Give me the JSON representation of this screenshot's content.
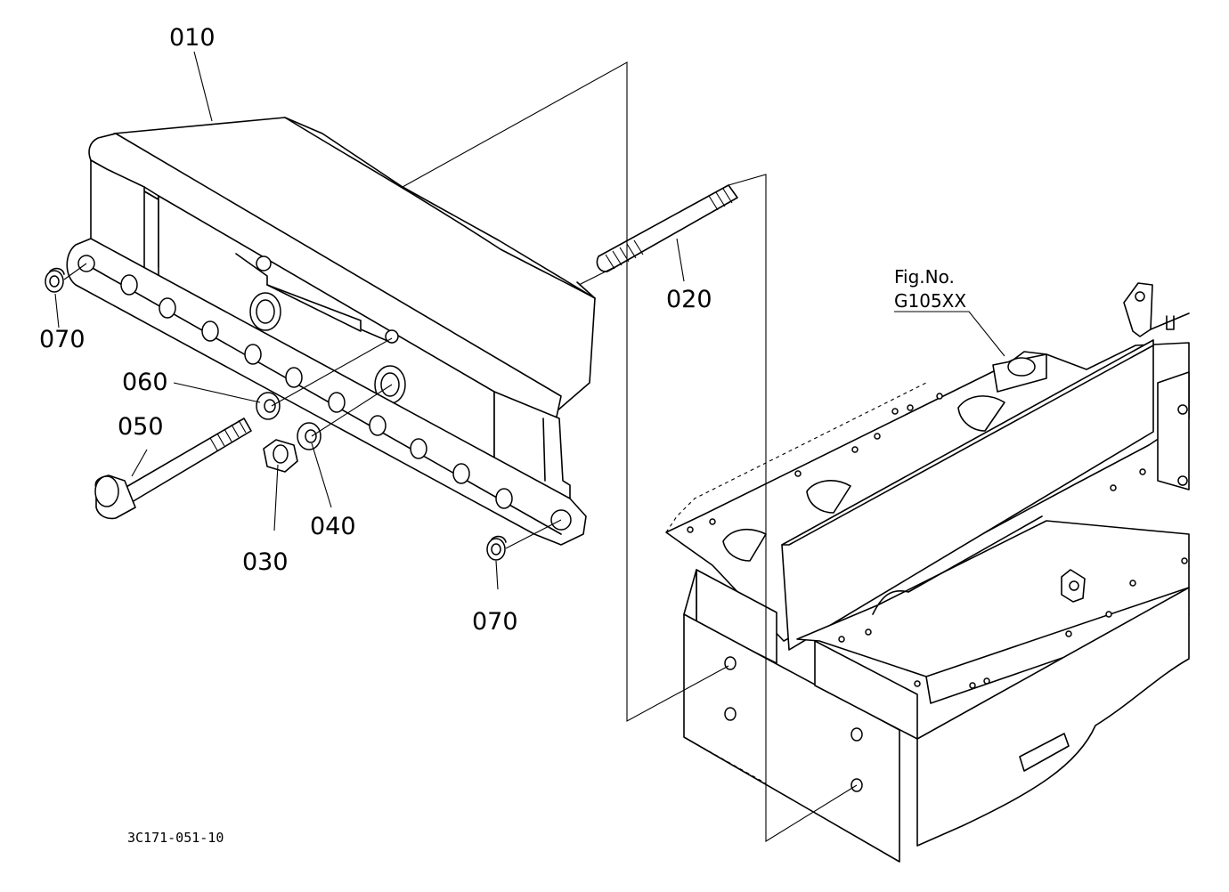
{
  "callouts": {
    "p010": "010",
    "p020": "020",
    "p030": "030",
    "p040": "040",
    "p050": "050",
    "p060": "060",
    "p070_left": "070",
    "p070_right": "070"
  },
  "reference": {
    "fig_label": "Fig.No.",
    "fig_number": "G105XX"
  },
  "drawing_code": "3C171-051-10"
}
